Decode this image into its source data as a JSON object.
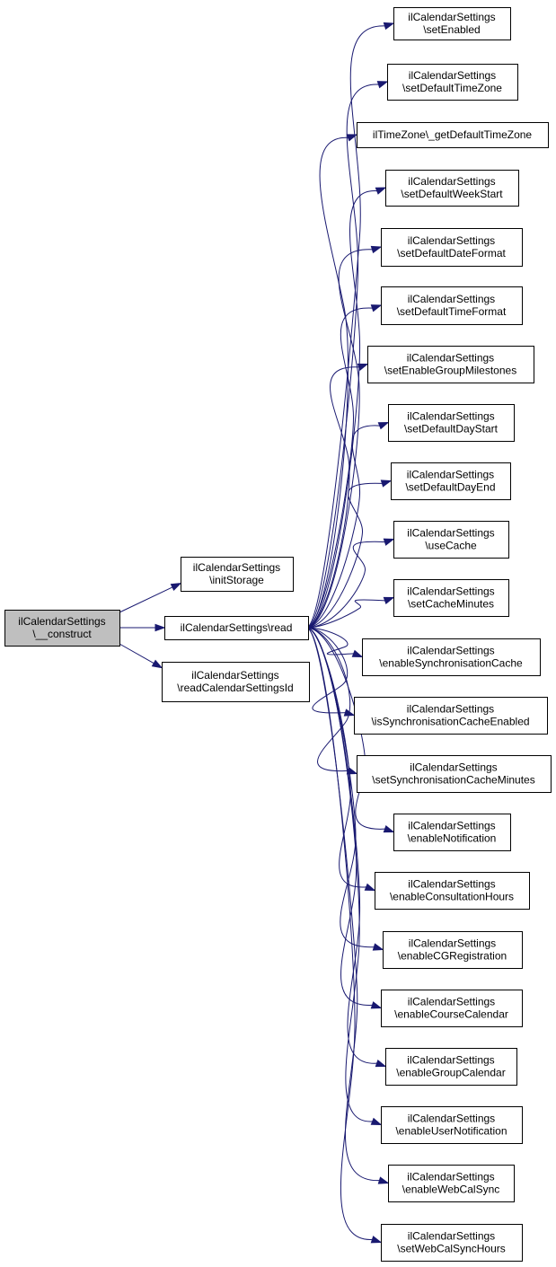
{
  "graph": {
    "edge_color": "#191970",
    "root_fill": "#bfbfbf",
    "nodes": {
      "root": [
        "ilCalendarSettings",
        "\\__construct"
      ],
      "initStorage": [
        "ilCalendarSettings",
        "\\initStorage"
      ],
      "read": [
        "ilCalendarSettings\\read"
      ],
      "readId": [
        "ilCalendarSettings",
        "\\readCalendarSettingsId"
      ],
      "setEnabled": [
        "ilCalendarSettings",
        "\\setEnabled"
      ],
      "setDefaultTimeZone": [
        "ilCalendarSettings",
        "\\setDefaultTimeZone"
      ],
      "getDefaultTimeZone": [
        "ilTimeZone\\_getDefaultTimeZone"
      ],
      "setDefaultWeekStart": [
        "ilCalendarSettings",
        "\\setDefaultWeekStart"
      ],
      "setDefaultDateFormat": [
        "ilCalendarSettings",
        "\\setDefaultDateFormat"
      ],
      "setDefaultTimeFormat": [
        "ilCalendarSettings",
        "\\setDefaultTimeFormat"
      ],
      "setEnableGroupMilestones": [
        "ilCalendarSettings",
        "\\setEnableGroupMilestones"
      ],
      "setDefaultDayStart": [
        "ilCalendarSettings",
        "\\setDefaultDayStart"
      ],
      "setDefaultDayEnd": [
        "ilCalendarSettings",
        "\\setDefaultDayEnd"
      ],
      "useCache": [
        "ilCalendarSettings",
        "\\useCache"
      ],
      "setCacheMinutes": [
        "ilCalendarSettings",
        "\\setCacheMinutes"
      ],
      "enableSynchronisationCache": [
        "ilCalendarSettings",
        "\\enableSynchronisationCache"
      ],
      "isSynchronisationCacheEnabled": [
        "ilCalendarSettings",
        "\\isSynchronisationCacheEnabled"
      ],
      "setSynchronisationCacheMinutes": [
        "ilCalendarSettings",
        "\\setSynchronisationCacheMinutes"
      ],
      "enableNotification": [
        "ilCalendarSettings",
        "\\enableNotification"
      ],
      "enableConsultationHours": [
        "ilCalendarSettings",
        "\\enableConsultationHours"
      ],
      "enableCGRegistration": [
        "ilCalendarSettings",
        "\\enableCGRegistration"
      ],
      "enableCourseCalendar": [
        "ilCalendarSettings",
        "\\enableCourseCalendar"
      ],
      "enableGroupCalendar": [
        "ilCalendarSettings",
        "\\enableGroupCalendar"
      ],
      "enableUserNotification": [
        "ilCalendarSettings",
        "\\enableUserNotification"
      ],
      "enableWebCalSync": [
        "ilCalendarSettings",
        "\\enableWebCalSync"
      ],
      "setWebCalSyncHours": [
        "ilCalendarSettings",
        "\\setWebCalSyncHours"
      ]
    }
  }
}
